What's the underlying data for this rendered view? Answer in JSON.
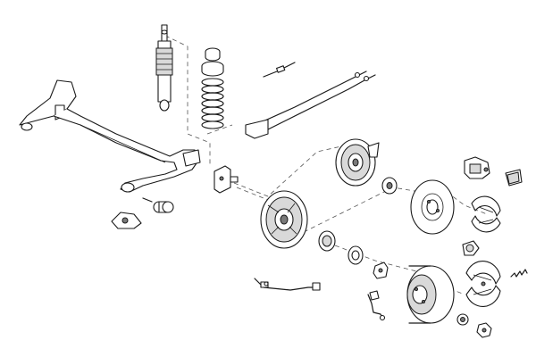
{
  "diagram": {
    "type": "exploded-parts-view",
    "parts": [
      "rear-axle-beam",
      "shock-absorber",
      "coil-spring",
      "spring-seat-top",
      "spring-seat-rubber",
      "brake-cable-left",
      "brake-cable-right",
      "axle-bushing",
      "axle-mount-bracket",
      "stub-axle-bracket",
      "backing-plate-rear",
      "backing-plate-front",
      "wheel-bearing",
      "hub-nut",
      "brake-disc",
      "brake-drum",
      "brake-caliper",
      "brake-pads",
      "brake-shoes-upper",
      "brake-shoes-lower",
      "wheel-cylinder",
      "return-spring",
      "brake-hose",
      "abs-sensor",
      "hub-cap",
      "axle-nut"
    ]
  }
}
